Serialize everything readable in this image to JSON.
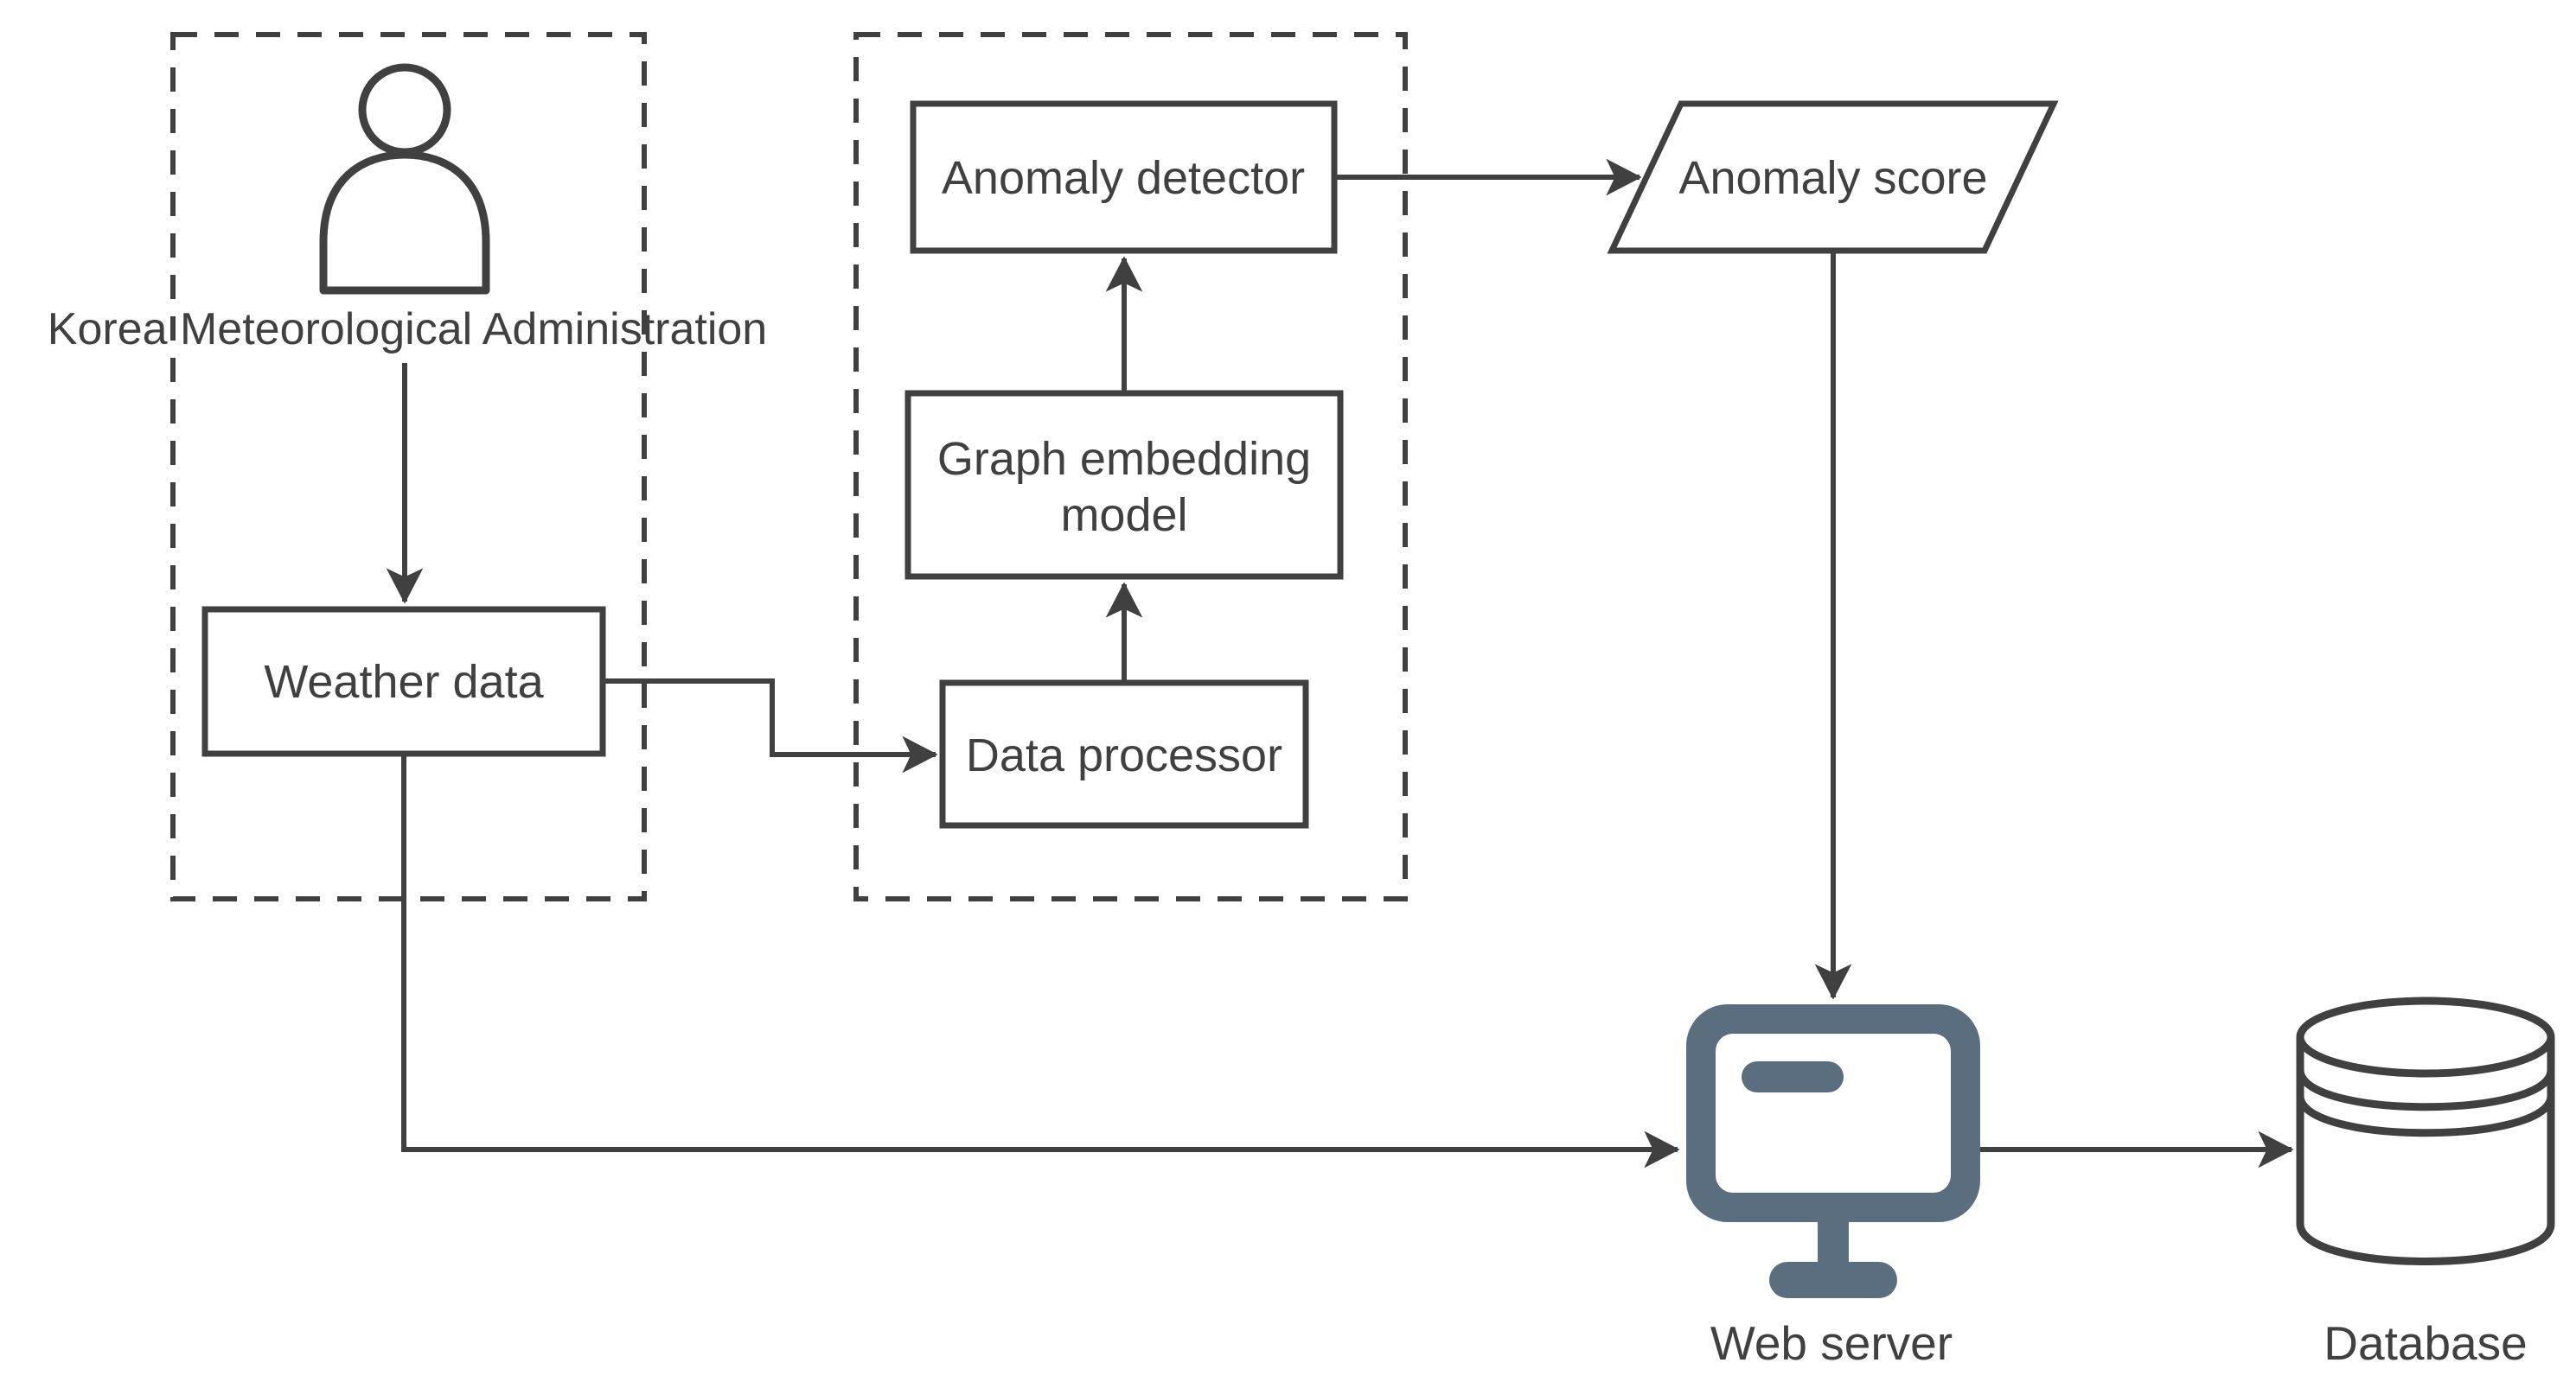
{
  "diagram": {
    "title": "Weather anomaly detection system architecture",
    "colors": {
      "stroke": "#404040",
      "background": "#ffffff",
      "server_icon_accent": "#5b6e80"
    },
    "groups": {
      "kma": {
        "label": "Korea Meteorological Administration"
      },
      "pipeline": {
        "label": ""
      }
    },
    "nodes": {
      "weather_data": {
        "label": "Weather data",
        "shape": "rectangle"
      },
      "anomaly_detector": {
        "label": "Anomaly detector",
        "shape": "rectangle"
      },
      "graph_embedding_model": {
        "label": "Graph embedding model",
        "line1": "Graph embedding",
        "line2": "model",
        "shape": "rectangle"
      },
      "data_processor": {
        "label": "Data processor",
        "shape": "rectangle"
      },
      "anomaly_score": {
        "label": "Anomaly score",
        "shape": "parallelogram"
      },
      "web_server": {
        "label": "Web server",
        "icon": "monitor-icon"
      },
      "database": {
        "label": "Database",
        "icon": "database-cylinder-icon"
      }
    },
    "edges": [
      {
        "from": "kma_user",
        "to": "weather_data"
      },
      {
        "from": "weather_data",
        "to": "data_processor"
      },
      {
        "from": "data_processor",
        "to": "graph_embedding_model"
      },
      {
        "from": "graph_embedding_model",
        "to": "anomaly_detector"
      },
      {
        "from": "anomaly_detector",
        "to": "anomaly_score"
      },
      {
        "from": "anomaly_score",
        "to": "web_server"
      },
      {
        "from": "weather_data",
        "to": "web_server"
      },
      {
        "from": "web_server",
        "to": "database"
      }
    ]
  }
}
